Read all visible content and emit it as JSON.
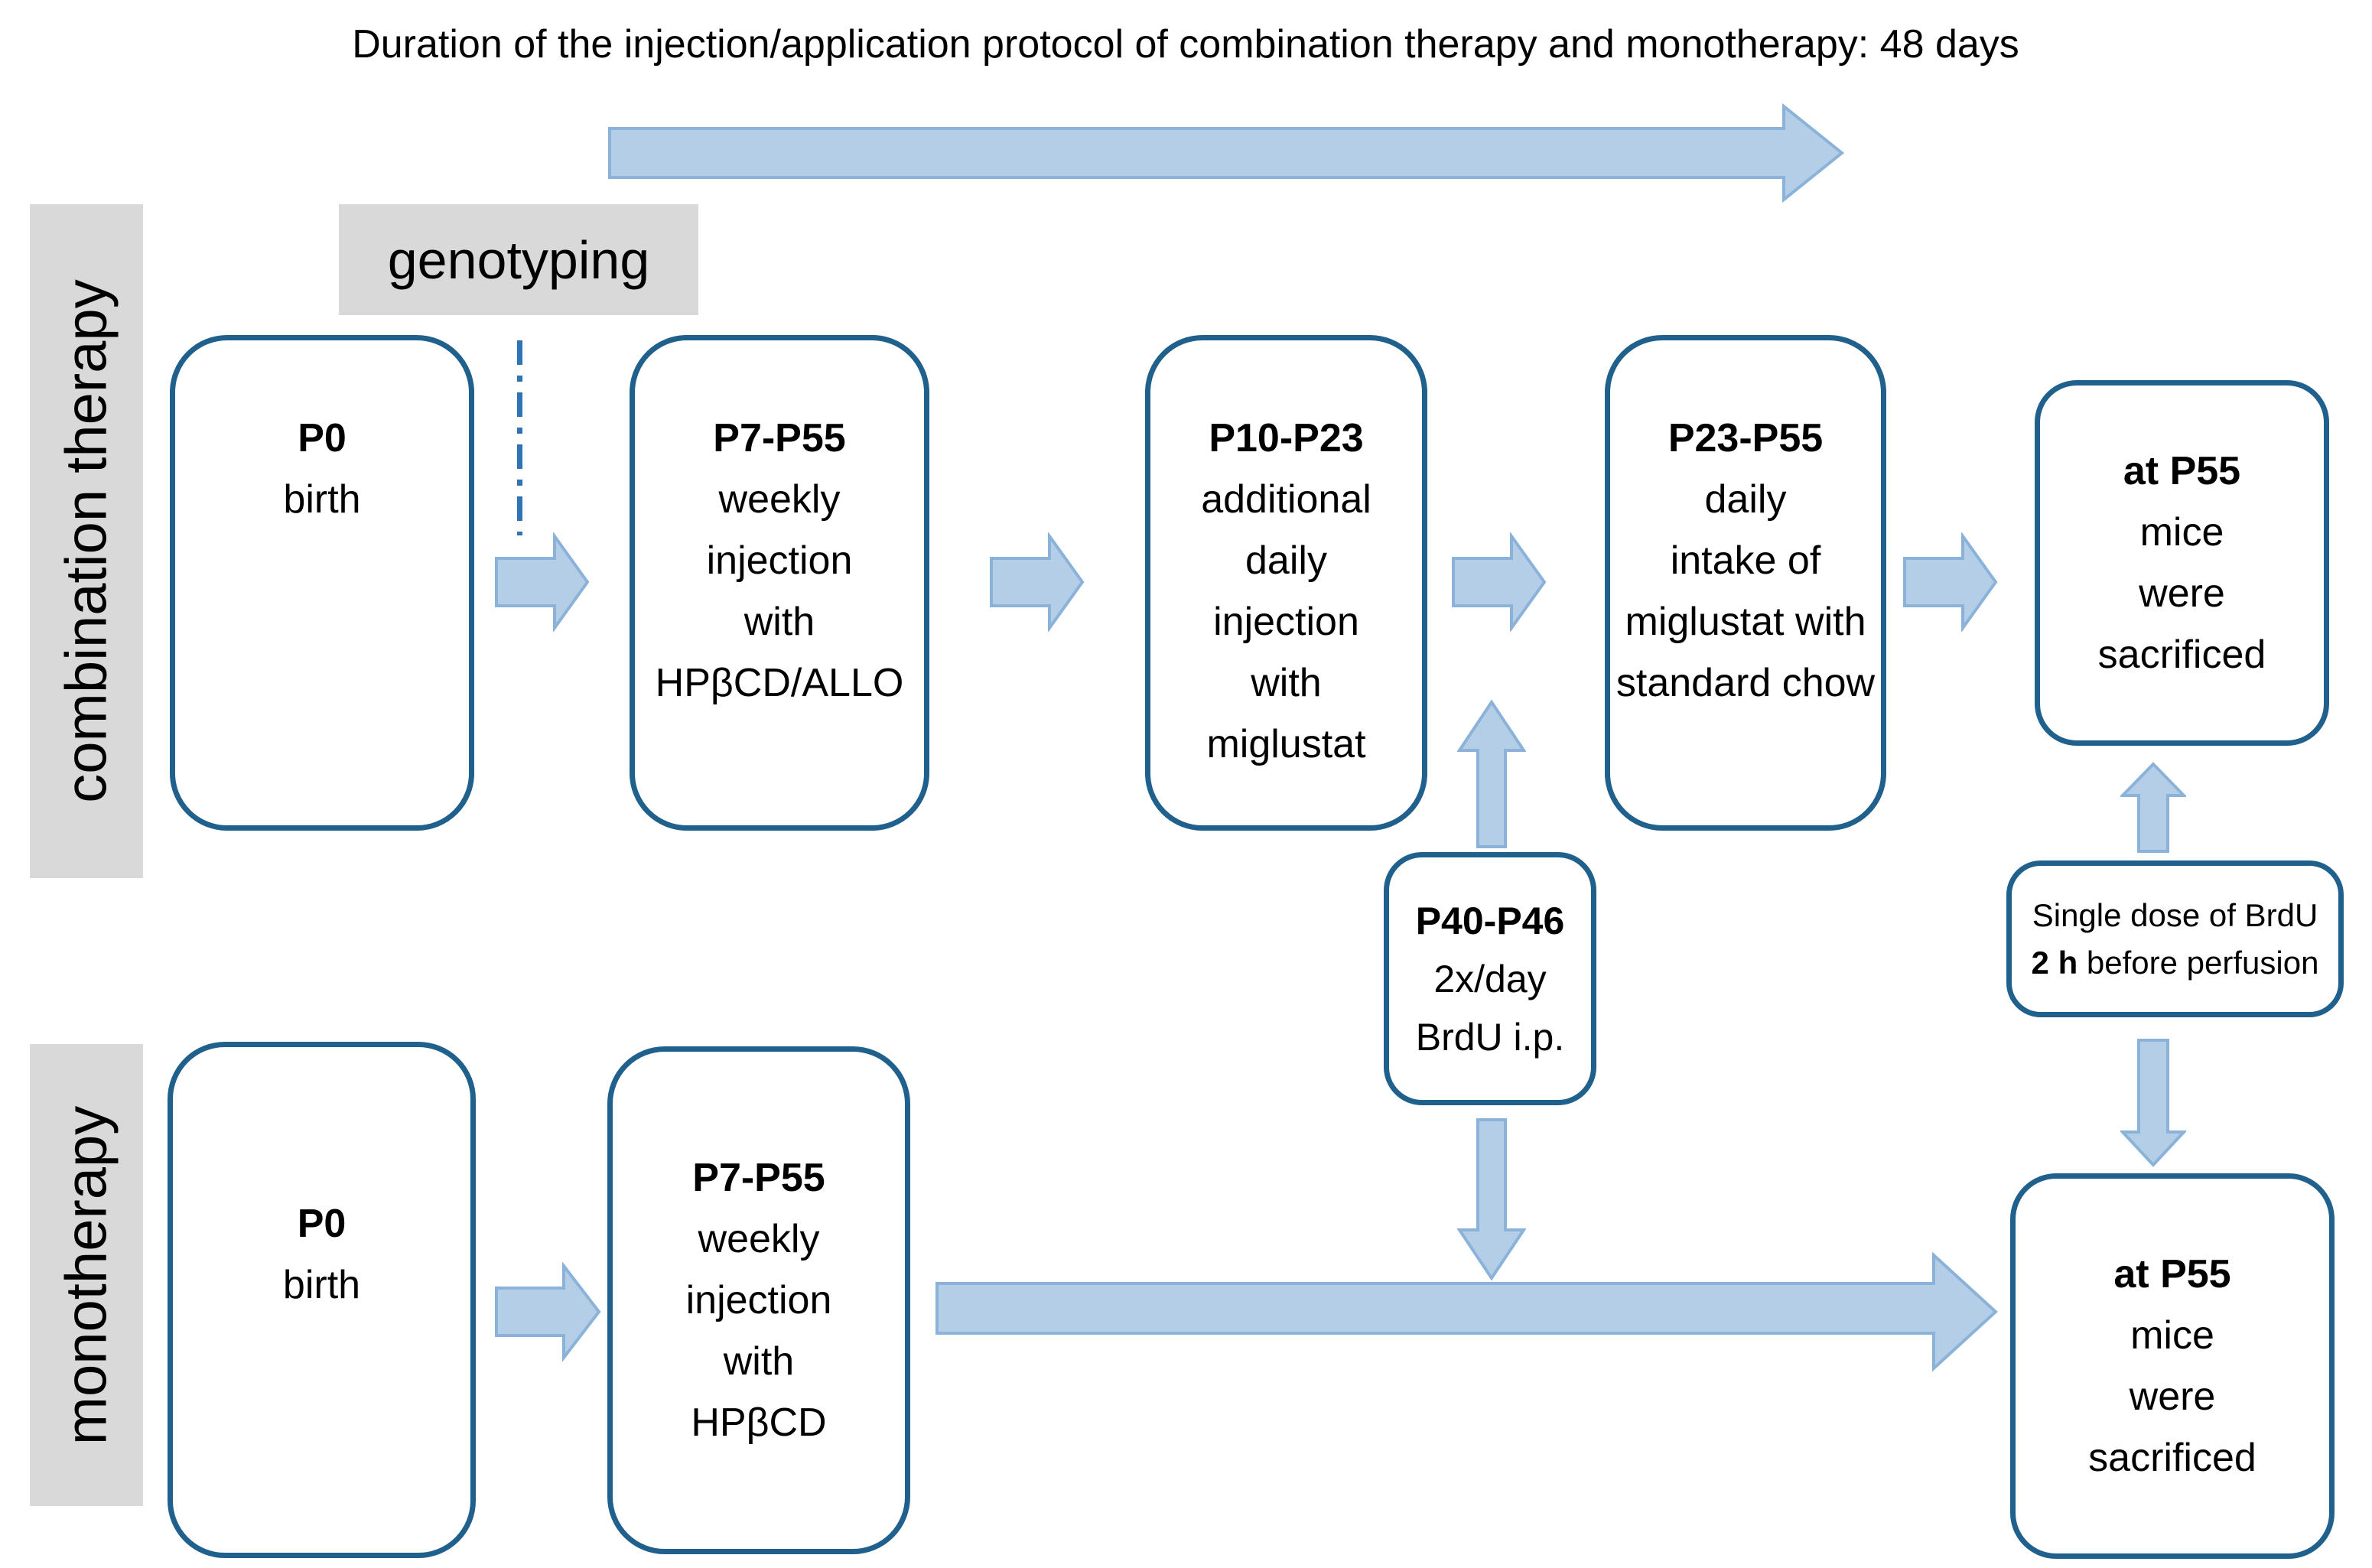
{
  "title": "Duration of the injection/application protocol of combination therapy and monotherapy: 48 days",
  "genotyping": "genotyping",
  "colors": {
    "box_border": "#20608c",
    "arrow_fill": "#b4cee8",
    "arrow_border": "#8bb3d9",
    "label_background": "#d9d9d9",
    "dashed_line": "#2e74b5",
    "text": "#000000"
  },
  "combination": {
    "label": "combination therapy",
    "boxes": {
      "p0": {
        "title": "P0",
        "l1": "birth"
      },
      "p7": {
        "title": "P7-P55",
        "l1": "weekly",
        "l2": "injection",
        "l3": "with",
        "l4": "HPβCD/ALLO"
      },
      "p10": {
        "title": "P10-P23",
        "l1": "additional",
        "l2": "daily",
        "l3": "injection",
        "l4": "with",
        "l5": "miglustat"
      },
      "p23": {
        "title": "P23-P55",
        "l1": "daily",
        "l2": "intake of",
        "l3": "miglustat with",
        "l4": "standard chow"
      },
      "end": {
        "title": "at P55",
        "l1": "mice",
        "l2": "were",
        "l3": "sacrificed"
      }
    }
  },
  "monotherapy": {
    "label": "monotherapy",
    "boxes": {
      "p0": {
        "title": "P0",
        "l1": "birth"
      },
      "p7": {
        "title": "P7-P55",
        "l1": "weekly",
        "l2": "injection",
        "l3": "with",
        "l4": "HPβCD"
      },
      "end": {
        "title": "at P55",
        "l1": "mice",
        "l2": "were",
        "l3": "sacrificed"
      }
    }
  },
  "brdu": {
    "title": "P40-P46",
    "l1": "2x/day",
    "l2": "BrdU i.p."
  },
  "single_dose": {
    "l1": "Single dose of BrdU",
    "l2_bold": "2 h",
    "l2_rest": " before perfusion"
  }
}
